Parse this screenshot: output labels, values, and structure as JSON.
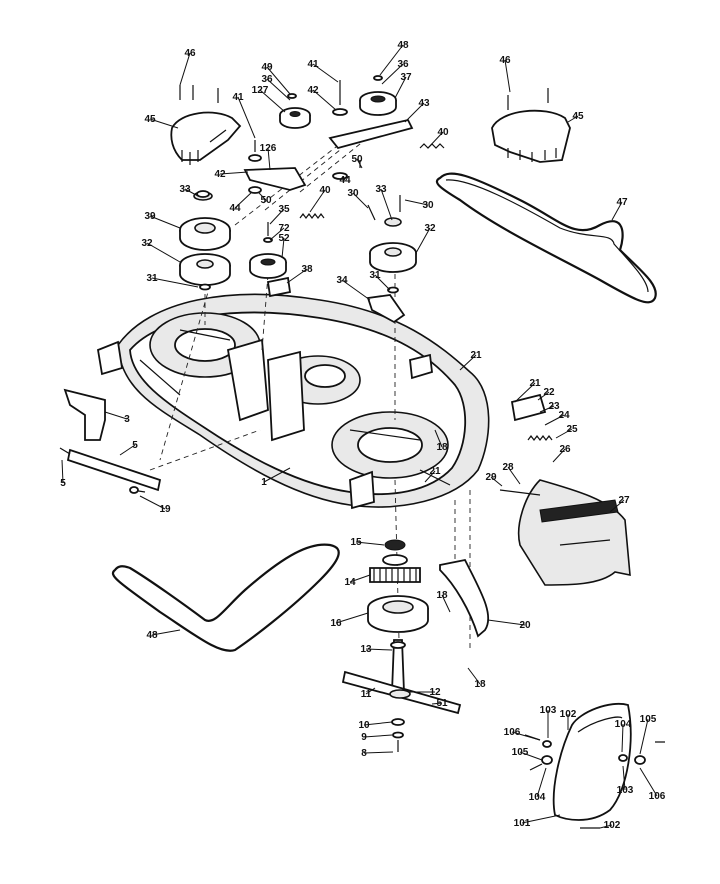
{
  "callouts": [
    {
      "text": "46"
    },
    {
      "text": "45"
    },
    {
      "text": "49"
    },
    {
      "text": "36"
    },
    {
      "text": "127"
    },
    {
      "text": "41"
    },
    {
      "text": "42"
    },
    {
      "text": "48"
    },
    {
      "text": "36"
    },
    {
      "text": "37"
    },
    {
      "text": "43"
    },
    {
      "text": "41"
    },
    {
      "text": "126"
    },
    {
      "text": "42"
    },
    {
      "text": "40"
    },
    {
      "text": "50"
    },
    {
      "text": "44"
    },
    {
      "text": "33"
    },
    {
      "text": "50"
    },
    {
      "text": "44"
    },
    {
      "text": "35"
    },
    {
      "text": "40"
    },
    {
      "text": "30"
    },
    {
      "text": "33"
    },
    {
      "text": "30"
    },
    {
      "text": "39"
    },
    {
      "text": "72"
    },
    {
      "text": "52"
    },
    {
      "text": "32"
    },
    {
      "text": "32"
    },
    {
      "text": "38"
    },
    {
      "text": "31"
    },
    {
      "text": "31"
    },
    {
      "text": "34"
    },
    {
      "text": "46"
    },
    {
      "text": "45"
    },
    {
      "text": "47"
    },
    {
      "text": "21"
    },
    {
      "text": "21"
    },
    {
      "text": "22"
    },
    {
      "text": "23"
    },
    {
      "text": "24"
    },
    {
      "text": "25"
    },
    {
      "text": "3"
    },
    {
      "text": "5"
    },
    {
      "text": "5"
    },
    {
      "text": "19"
    },
    {
      "text": "1"
    },
    {
      "text": "18"
    },
    {
      "text": "21"
    },
    {
      "text": "26"
    },
    {
      "text": "28"
    },
    {
      "text": "29"
    },
    {
      "text": "27"
    },
    {
      "text": "15"
    },
    {
      "text": "14"
    },
    {
      "text": "18"
    },
    {
      "text": "16"
    },
    {
      "text": "20"
    },
    {
      "text": "48"
    },
    {
      "text": "13"
    },
    {
      "text": "18"
    },
    {
      "text": "12"
    },
    {
      "text": "11"
    },
    {
      "text": "51"
    },
    {
      "text": "10"
    },
    {
      "text": "9"
    },
    {
      "text": "8"
    },
    {
      "text": "103"
    },
    {
      "text": "102"
    },
    {
      "text": "106"
    },
    {
      "text": "104"
    },
    {
      "text": "105"
    },
    {
      "text": "105"
    },
    {
      "text": "104"
    },
    {
      "text": "103"
    },
    {
      "text": "106"
    },
    {
      "text": "101"
    },
    {
      "text": "102"
    }
  ]
}
